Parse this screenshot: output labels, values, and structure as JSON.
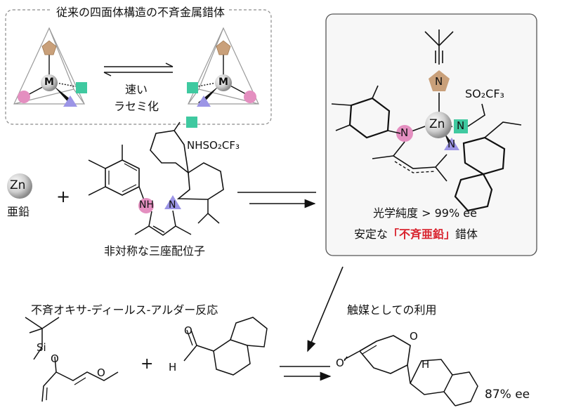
{
  "panel_conventional": {
    "title": "従来の四面体構造の不斉金属錯体",
    "metal_label": "M",
    "equilibrium_label_1": "速い",
    "equilibrium_label_2": "ラセミ化"
  },
  "panel_product": {
    "purity_line": "光学純度 > 99% ee",
    "caption_prefix": "安定な",
    "caption_highlight": "「不斉亜鉛」",
    "caption_suffix": "錯体",
    "zn_label": "Zn",
    "n_label": "N",
    "so2cf3": "SO₂CF₃"
  },
  "reactants": {
    "zn_symbol": "Zn",
    "zn_name": "亜鉛",
    "plus": "+",
    "ligand_caption": "非対称な三座配位子",
    "nh_label": "NH",
    "n_label": "N",
    "nhso2cf3": "NHSO₂CF₃"
  },
  "reaction": {
    "title": "不斉オキサ-ディールス-アルダー反応",
    "catalyst_arrow_label": "触媒としての利用",
    "plus": "+",
    "si_label": "Si",
    "o_label": "O",
    "h_label": "H",
    "product_ee": "87% ee"
  },
  "colors": {
    "pentagon": "#c9a07a",
    "pink_circle": "#e48fc0",
    "teal_square": "#3fc9a0",
    "violet_triangle": "#9c95e6",
    "metal_sphere": "#c8c8c8"
  }
}
